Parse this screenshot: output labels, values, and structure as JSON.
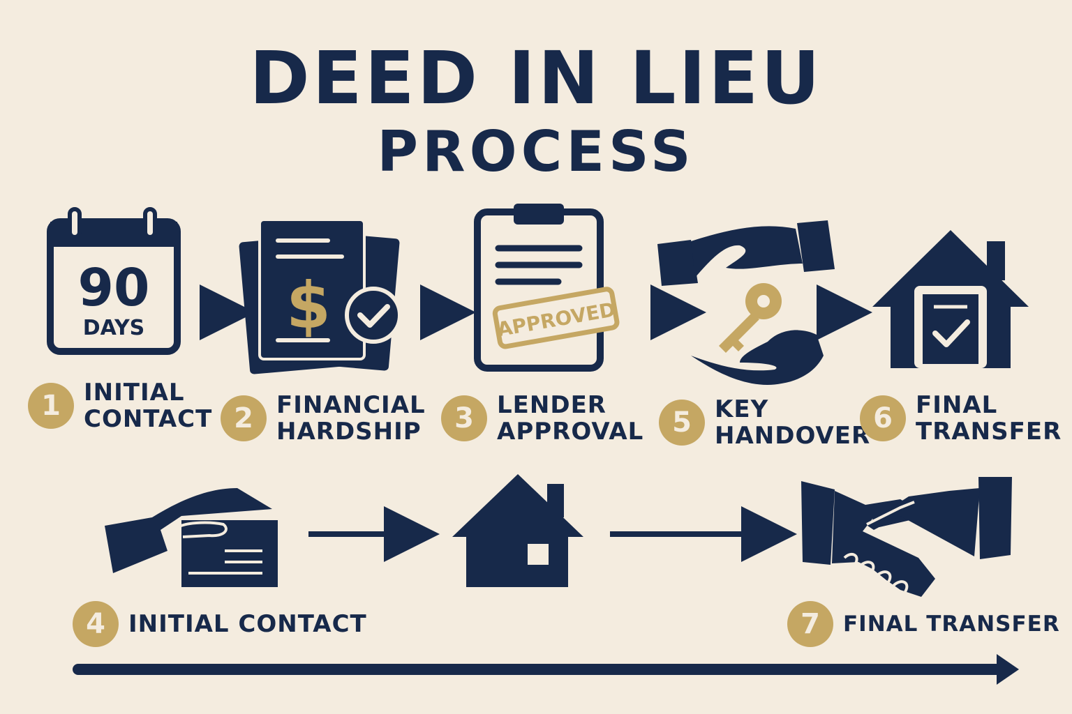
{
  "title": {
    "line1": "DEED IN LIEU",
    "line2": "PROCESS"
  },
  "icons": {
    "calendar_number": "90",
    "calendar_unit": "DAYS",
    "stamp_text": "APPROVED"
  },
  "steps": [
    {
      "number": "1",
      "line1": "INITIAL",
      "line2": "CONTACT",
      "icon": "calendar-icon"
    },
    {
      "number": "2",
      "line1": "FINANCIAL",
      "line2": "HARDSHIP",
      "icon": "financial-documents-icon"
    },
    {
      "number": "3",
      "line1": "LENDER",
      "line2": "APPROVAL",
      "icon": "clipboard-approved-icon"
    },
    {
      "number": "5",
      "line1": "KEY",
      "line2": "HANDOVER",
      "icon": "key-handover-icon"
    },
    {
      "number": "6",
      "line1": "FINAL",
      "line2": "TRANSFER",
      "icon": "house-check-icon"
    },
    {
      "number": "4",
      "line1": "INITIAL CONTACT",
      "icon": "hand-card-icon"
    },
    {
      "number": "7",
      "line1": "FINAL TRANSFER",
      "icon": "handshake-icon"
    }
  ],
  "colors": {
    "navy": "#17294a",
    "gold": "#c5a763",
    "background": "#f4ecdf"
  }
}
